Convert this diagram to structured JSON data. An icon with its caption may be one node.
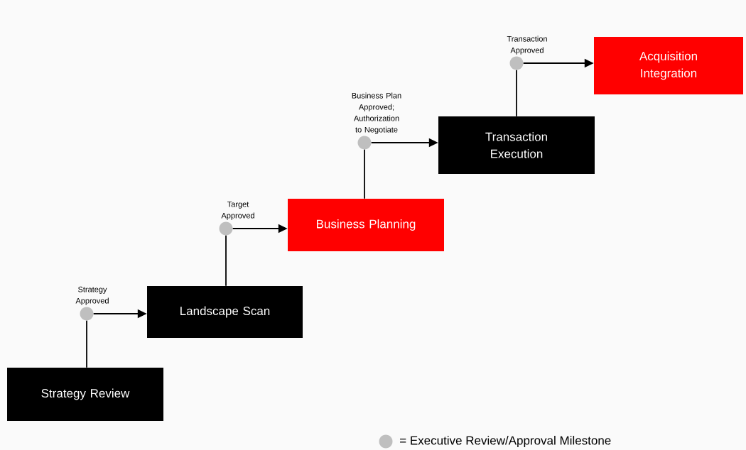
{
  "diagram": {
    "nodes": [
      {
        "text": [
          "Strategy Review"
        ]
      },
      {
        "text": [],
        "shape": "circle",
        "beside": [
          "Strategy Approved"
        ]
      },
      {
        "text": [
          "Landscape Scan"
        ]
      },
      {
        "text": [],
        "shape": "circle",
        "beside": [
          "Target Approved"
        ]
      },
      {
        "text": [
          "Business Planning"
        ]
      },
      {
        "text": [],
        "shape": "circle",
        "beside": [
          "Business Plan Approved; Authorization to Negotiate"
        ]
      },
      {
        "text": [
          "Transaction Execution"
        ]
      },
      {
        "text": [],
        "shape": "circle",
        "beside": [
          "Transaction Approved"
        ]
      },
      {
        "text": [
          "Acquisition Integration"
        ]
      }
    ],
    "edges": [
      {
        "from": 0,
        "to": 1,
        "arrow": "none"
      },
      {
        "from": 1,
        "to": 2,
        "arrow": "to"
      },
      {
        "from": 2,
        "to": 3,
        "arrow": "none"
      },
      {
        "from": 3,
        "to": 4,
        "arrow": "to"
      },
      {
        "from": 4,
        "to": 5,
        "arrow": "none"
      },
      {
        "from": 5,
        "to": 6,
        "arrow": "to"
      },
      {
        "from": 6,
        "to": 7,
        "arrow": "none"
      },
      {
        "from": 7,
        "to": 8,
        "arrow": "to"
      }
    ],
    "legend": [
      {
        "text": "= Executive Review/Approval Milestone"
      }
    ]
  }
}
